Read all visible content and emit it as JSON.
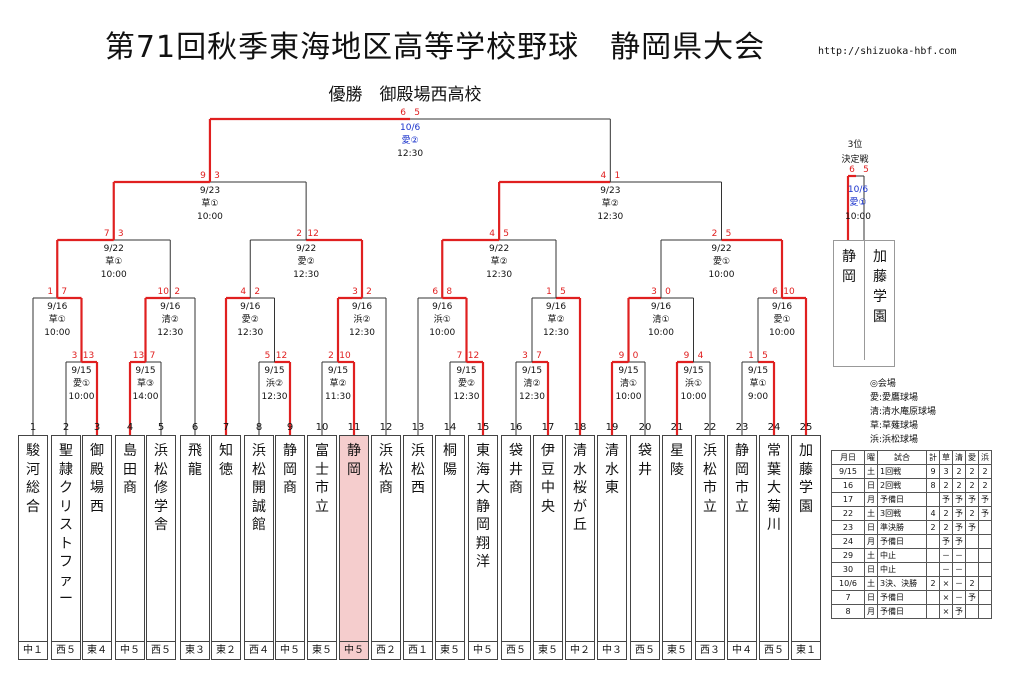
{
  "title": "第71回秋季東海地区高等学校野球　静岡県大会",
  "url": "http://shizuoka-hbf.com",
  "champion": "優勝　御殿場西高校",
  "teams": [
    {
      "num": "1",
      "name": "駿河総合",
      "region": "中１"
    },
    {
      "num": "2",
      "name": "聖隷クリストファー",
      "region": "西５"
    },
    {
      "num": "3",
      "name": "御殿場西",
      "region": "東４"
    },
    {
      "num": "4",
      "name": "島田商",
      "region": "中５"
    },
    {
      "num": "5",
      "name": "浜松修学舎",
      "region": "西５"
    },
    {
      "num": "6",
      "name": "飛龍",
      "region": "東３"
    },
    {
      "num": "7",
      "name": "知徳",
      "region": "東２"
    },
    {
      "num": "8",
      "name": "浜松開誠館",
      "region": "西４"
    },
    {
      "num": "9",
      "name": "静岡商",
      "region": "中５"
    },
    {
      "num": "10",
      "name": "富士市立",
      "region": "東５"
    },
    {
      "num": "11",
      "name": "静岡",
      "region": "中５"
    },
    {
      "num": "12",
      "name": "浜松商",
      "region": "西２"
    },
    {
      "num": "13",
      "name": "浜松西",
      "region": "西１"
    },
    {
      "num": "14",
      "name": "桐陽",
      "region": "東５"
    },
    {
      "num": "15",
      "name": "東海大静岡翔洋",
      "region": "中５"
    },
    {
      "num": "16",
      "name": "袋井商",
      "region": "西５"
    },
    {
      "num": "17",
      "name": "伊豆中央",
      "region": "東５"
    },
    {
      "num": "18",
      "name": "清水桜が丘",
      "region": "中２"
    },
    {
      "num": "19",
      "name": "清水東",
      "region": "中３"
    },
    {
      "num": "20",
      "name": "袋井",
      "region": "西５"
    },
    {
      "num": "21",
      "name": "星陵",
      "region": "東５"
    },
    {
      "num": "22",
      "name": "浜松市立",
      "region": "西３"
    },
    {
      "num": "23",
      "name": "静岡市立",
      "region": "中４"
    },
    {
      "num": "24",
      "name": "常葉大菊川",
      "region": "西５"
    },
    {
      "num": "25",
      "name": "加藤学園",
      "region": "東１"
    }
  ],
  "matches": [
    {
      "id": "r0a",
      "date": "9/15",
      "venue": "愛①",
      "time": "10:00",
      "s1": "3",
      "s2": "13"
    },
    {
      "id": "r0b",
      "date": "9/15",
      "venue": "草③",
      "time": "14:00",
      "s1": "13",
      "s2": "7"
    },
    {
      "id": "r0c",
      "date": "9/15",
      "venue": "浜②",
      "time": "12:30",
      "s1": "5",
      "s2": "12"
    },
    {
      "id": "r0d",
      "date": "9/15",
      "venue": "草②",
      "time": "11:30",
      "s1": "2",
      "s2": "10"
    },
    {
      "id": "r0e",
      "date": "9/15",
      "venue": "愛②",
      "time": "12:30",
      "s1": "7",
      "s2": "12"
    },
    {
      "id": "r0f",
      "date": "9/15",
      "venue": "清②",
      "time": "12:30",
      "s1": "3",
      "s2": "7"
    },
    {
      "id": "r0g",
      "date": "9/15",
      "venue": "清①",
      "time": "10:00",
      "s1": "9",
      "s2": "0"
    },
    {
      "id": "r0h",
      "date": "9/15",
      "venue": "浜①",
      "time": "10:00",
      "s1": "9",
      "s2": "4"
    },
    {
      "id": "r0i",
      "date": "9/15",
      "venue": "草①",
      "time": "9:00",
      "s1": "1",
      "s2": "5"
    },
    {
      "id": "r1a",
      "date": "9/16",
      "venue": "草①",
      "time": "10:00",
      "s1": "1",
      "s2": "7"
    },
    {
      "id": "r1b",
      "date": "9/16",
      "venue": "清②",
      "time": "12:30",
      "s1": "10",
      "s2": "2"
    },
    {
      "id": "r1c",
      "date": "9/16",
      "venue": "愛②",
      "time": "12:30",
      "s1": "4",
      "s2": "2"
    },
    {
      "id": "r1d",
      "date": "9/16",
      "venue": "浜②",
      "time": "12:30",
      "s1": "3",
      "s2": "2"
    },
    {
      "id": "r1e",
      "date": "9/16",
      "venue": "浜①",
      "time": "10:00",
      "s1": "6",
      "s2": "8"
    },
    {
      "id": "r1f",
      "date": "9/16",
      "venue": "草②",
      "time": "12:30",
      "s1": "1",
      "s2": "5"
    },
    {
      "id": "r1g",
      "date": "9/16",
      "venue": "清①",
      "time": "10:00",
      "s1": "3",
      "s2": "0"
    },
    {
      "id": "r1h",
      "date": "9/16",
      "venue": "愛①",
      "time": "10:00",
      "s1": "6",
      "s2": "10"
    },
    {
      "id": "r2a",
      "date": "9/22",
      "venue": "草①",
      "time": "10:00",
      "s1": "7",
      "s2": "3"
    },
    {
      "id": "r2b",
      "date": "9/22",
      "venue": "愛②",
      "time": "12:30",
      "s1": "2",
      "s2": "12"
    },
    {
      "id": "r2c",
      "date": "9/22",
      "venue": "草②",
      "time": "12:30",
      "s1": "4",
      "s2": "5"
    },
    {
      "id": "r2d",
      "date": "9/22",
      "venue": "愛①",
      "time": "10:00",
      "s1": "2",
      "s2": "5"
    },
    {
      "id": "r3a",
      "date": "9/23",
      "venue": "草①",
      "time": "10:00",
      "s1": "9",
      "s2": "3"
    },
    {
      "id": "r3b",
      "date": "9/23",
      "venue": "草②",
      "time": "12:30",
      "s1": "4",
      "s2": "1"
    },
    {
      "id": "fin",
      "date": "10/6",
      "venue": "愛②",
      "time": "12:30",
      "s1": "6",
      "s2": "5"
    }
  ],
  "third_place": {
    "label1": "3位",
    "label2": "決定戦",
    "date": "10/6",
    "venue": "愛①",
    "time": "10:00",
    "s1": "6",
    "s2": "5",
    "team1": "静岡",
    "team2": "加藤学園"
  },
  "legend": {
    "heading": "◎会場",
    "items": [
      "愛:愛鷹球場",
      "清:清水庵原球場",
      "草:草薙球場",
      "浜:浜松球場"
    ]
  },
  "schedule": {
    "headers": [
      "月日",
      "曜",
      "試合",
      "計",
      "草",
      "清",
      "愛",
      "浜"
    ],
    "rows": [
      [
        "9/15",
        "土",
        "1回戦",
        "9",
        "3",
        "2",
        "2",
        "2"
      ],
      [
        "16",
        "日",
        "2回戦",
        "8",
        "2",
        "2",
        "2",
        "2"
      ],
      [
        "17",
        "月",
        "予備日",
        "",
        "予",
        "予",
        "予",
        "予"
      ],
      [
        "22",
        "土",
        "3回戦",
        "4",
        "2",
        "予",
        "2",
        "予"
      ],
      [
        "23",
        "日",
        "準決勝",
        "2",
        "2",
        "予",
        "予",
        ""
      ],
      [
        "24",
        "月",
        "予備日",
        "",
        "予",
        "予",
        "",
        ""
      ],
      [
        "29",
        "土",
        "中止",
        "",
        "－",
        "－",
        "",
        ""
      ],
      [
        "30",
        "日",
        "中止",
        "",
        "－",
        "－",
        "",
        ""
      ],
      [
        "10/6",
        "土",
        "3決、決勝",
        "2",
        "×",
        "－",
        "2",
        ""
      ],
      [
        "7",
        "日",
        "予備日",
        "",
        "×",
        "－",
        "予",
        ""
      ],
      [
        "8",
        "月",
        "予備日",
        "",
        "×",
        "予",
        "",
        ""
      ]
    ]
  },
  "colors": {
    "win": "#e02020",
    "line": "#333333",
    "blue": "#1a33cc"
  }
}
